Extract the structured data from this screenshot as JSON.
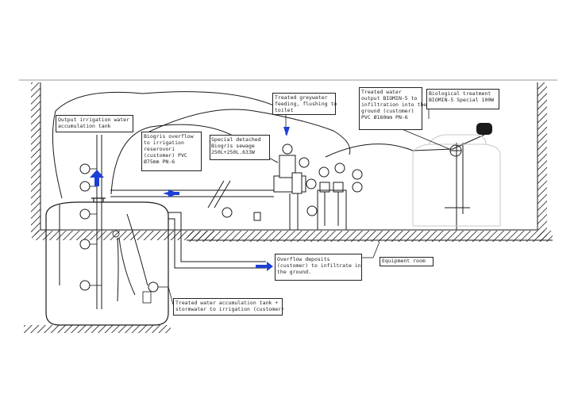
{
  "labels": {
    "output_irrigation": "Output irrigation water\naccumulation tank",
    "biogris_overflow": "Biogris overflow\nto irrigation\nreserovori\n(customer) PVC\nØ75mm PN-6",
    "special_detached": "Special detached\nBiogris sewage\n250L+250L.633W",
    "treated_greywater": "Treated greywater\nfeeding, flushing to\ntoilet",
    "treated_water_output": "Treated water\noutput BIOMIN-5 to\ninfiltration into the\nground (customer)\nPVC Ø160mm PN-6",
    "biological_treatment": "Biological treatment\nBIOMIN-5 Special 100W",
    "overflow_deposits": "Overflow deposits\n(customer) to infiltrate in\nthe ground.",
    "treated_accumulation": "Treated water accumulation tank +\nstormwater to irrigation (customer)",
    "equipment_room": "Equipment room"
  },
  "colors": {
    "line": "#1a1a1a",
    "arrow_blue": "#1c3fd6",
    "hatch": "#1a1a1a",
    "faint": "#c8c8c8"
  }
}
